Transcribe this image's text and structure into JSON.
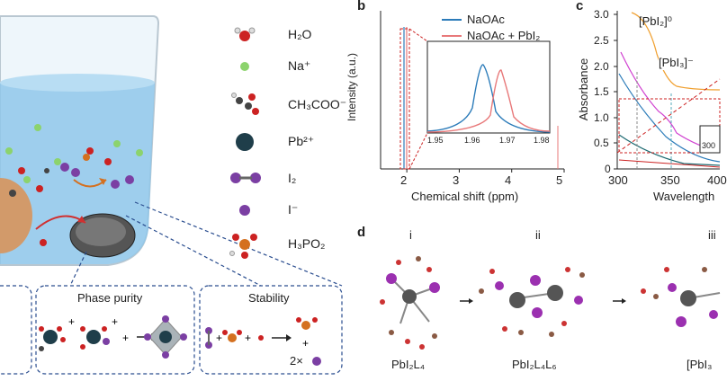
{
  "panel_a": {
    "legend": [
      {
        "id": "water",
        "label": "H₂O"
      },
      {
        "id": "na",
        "label": "Na⁺"
      },
      {
        "id": "acetate",
        "label": "CH₃COO⁻"
      },
      {
        "id": "pb",
        "label": "Pb²⁺"
      },
      {
        "id": "i2",
        "label": "I₂"
      },
      {
        "id": "iodide",
        "label": "I⁻"
      },
      {
        "id": "h3po2",
        "label": "H₃PO₂"
      }
    ],
    "boxes": {
      "phase_purity": "Phase purity",
      "stability": "Stability",
      "multiplier": "2×"
    },
    "colors": {
      "water": "#7fc0e8",
      "na": "#8cd36d",
      "pb": "#1f3e4a",
      "iodine": "#7b3fa3",
      "oxygen": "#cc2222",
      "carbon": "#444444",
      "phosphorus": "#d4701f"
    }
  },
  "panel_b": {
    "letter": "b",
    "chart_data": {
      "type": "line",
      "xlabel": "Chemical shift (ppm)",
      "ylabel": "Intensity (a.u.)",
      "xlim": [
        1.5,
        5.0
      ],
      "xticks": [
        2,
        3,
        4,
        5
      ],
      "series": [
        {
          "name": "NaOAc",
          "color": "#2b7bb9",
          "peak_ppm": 1.965
        },
        {
          "name": "NaOAc + PbI₂",
          "color": "#e8797a",
          "peak_ppm": 1.97
        }
      ],
      "inset": {
        "xlim": [
          1.95,
          1.98
        ],
        "xticks": [
          "1.95",
          "1.96",
          "1.97",
          "1.98"
        ]
      }
    }
  },
  "panel_c": {
    "letter": "c",
    "chart_data": {
      "type": "line",
      "xlabel": "Wavelength",
      "ylabel": "Absorbance",
      "xlim": [
        300,
        400
      ],
      "ylim": [
        0,
        3.0
      ],
      "yticks": [
        "0",
        "0.5",
        "1.0",
        "1.5",
        "2.0",
        "2.5",
        "3.0"
      ],
      "xticks": [
        "300",
        "350",
        "400"
      ],
      "annotations": [
        "[PbI₂]⁰",
        "[PbI₃]⁻"
      ],
      "inset_tick": "300"
    }
  },
  "panel_d": {
    "letter": "d",
    "structures": [
      {
        "numeral": "i",
        "label": "PbI₂L₄"
      },
      {
        "numeral": "ii",
        "label": "PbI₂L₄L₆"
      },
      {
        "numeral": "iii",
        "label": "[PbI₃"
      }
    ]
  }
}
